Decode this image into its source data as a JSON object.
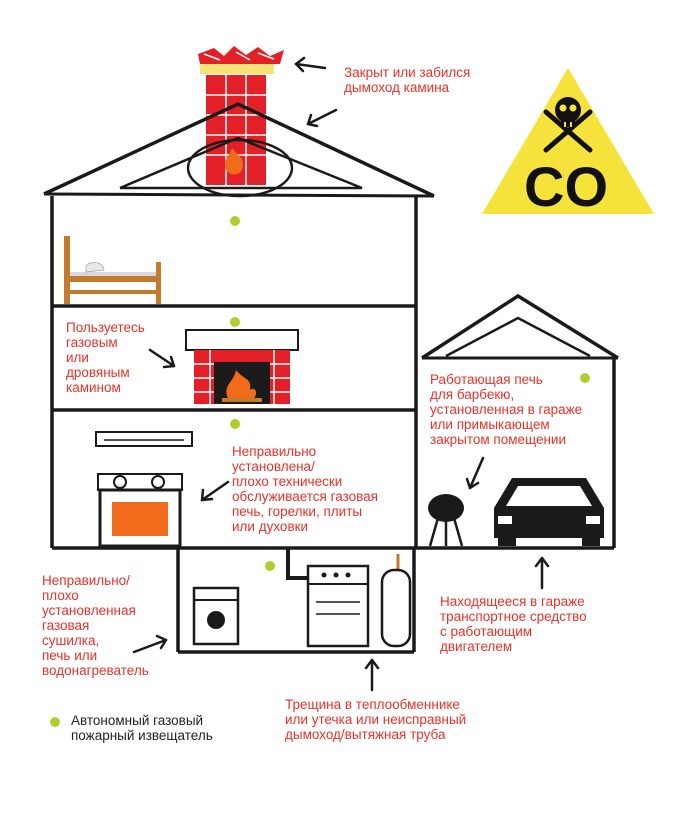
{
  "co_sign": {
    "text": "CO",
    "color": "#f5e23a",
    "icon": "skull-crossbones-icon"
  },
  "colors": {
    "label": "#e8322a",
    "brick": "#e32027",
    "detector": "#b5cc2e",
    "outline": "#1a1a1a",
    "flame": "#f26a1b"
  },
  "labels": {
    "chimney": "Закрыт или забился\nдымоход камина",
    "fireplace": "Пользуетесь\nгазовым\nили\nдровяным\nкамином",
    "garage_bbq": "Работающая печь\nдля барбекю,\nустановленная в гараже\nили примыкающем\nзакрытом помещении",
    "stove": "Неправильно\nустановлена/\nплохо технически\nобслуживается газовая\nпечь, горелки, плиты\nили духовки",
    "garage_car": "Находящееся в гараже\nтранспортное средство\nс работающим\nдвигателем",
    "dryer": "Неправильно/\nплохо\nустановленная\nгазовая\nсушилка,\nпечь или\nводонагреватель",
    "heat_exchanger": "Трещина в теплообменнике\nили утечка или неисправный\nдымоход/вытяжная труба"
  },
  "legend": {
    "text": "Автономный газовый\nпожарный извещатель",
    "icon": "detector-dot-icon"
  }
}
